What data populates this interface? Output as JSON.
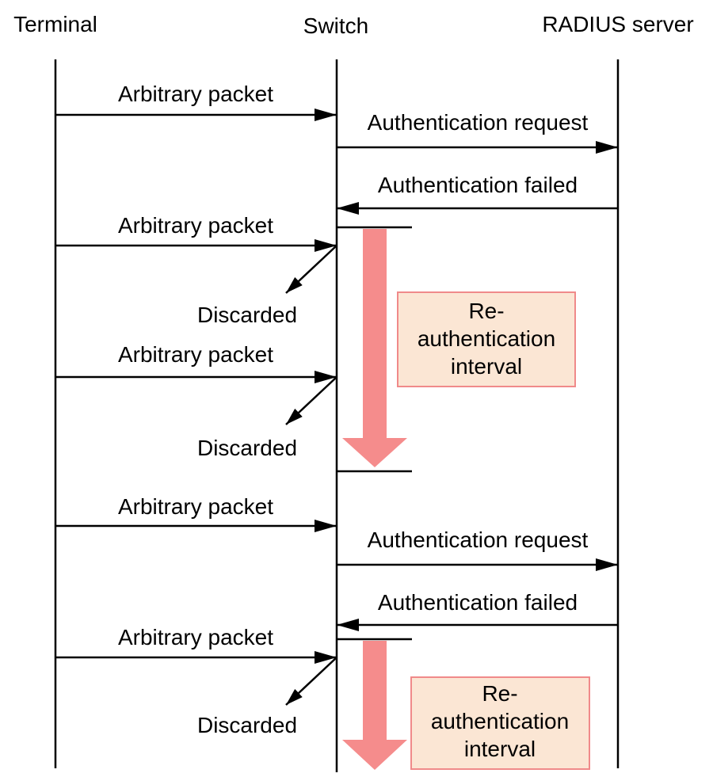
{
  "colors": {
    "line": "#000000",
    "interval_arrow": "#f58c8c",
    "interval_box_fill": "#fbe6d4",
    "interval_box_border": "#f08a8a"
  },
  "lifelines": {
    "terminal": "Terminal",
    "switch": "Switch",
    "radius": "RADIUS server"
  },
  "messages": {
    "arbitrary_packet": "Arbitrary packet",
    "auth_request": "Authentication request",
    "auth_failed": "Authentication failed",
    "discarded": "Discarded"
  },
  "interval": {
    "line1": "Re-",
    "line2": "authentication",
    "line3": "interval"
  }
}
